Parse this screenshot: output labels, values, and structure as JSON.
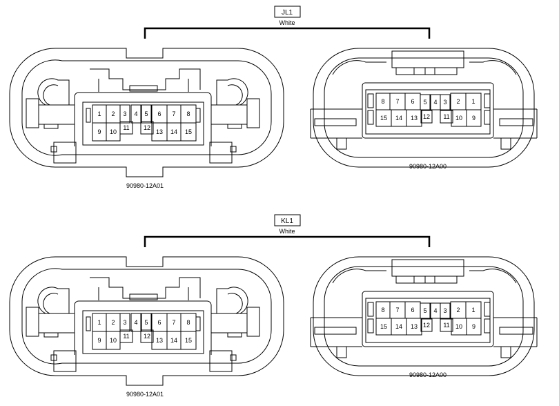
{
  "groups": [
    {
      "connector_id": "JL1",
      "color_label": "White",
      "left_part_number": "90980-12A01",
      "right_part_number": "90980-12A00"
    },
    {
      "connector_id": "KL1",
      "color_label": "White",
      "left_part_number": "90980-12A01",
      "right_part_number": "90980-12A00"
    }
  ],
  "left_pins": [
    "1",
    "2",
    "3",
    "4",
    "5",
    "6",
    "7",
    "8",
    "9",
    "10",
    "11",
    "12",
    "13",
    "14",
    "15"
  ],
  "right_pins": [
    "8",
    "7",
    "6",
    "5",
    "4",
    "3",
    "2",
    "1",
    "15",
    "14",
    "13",
    "12",
    "11",
    "10",
    "9"
  ]
}
